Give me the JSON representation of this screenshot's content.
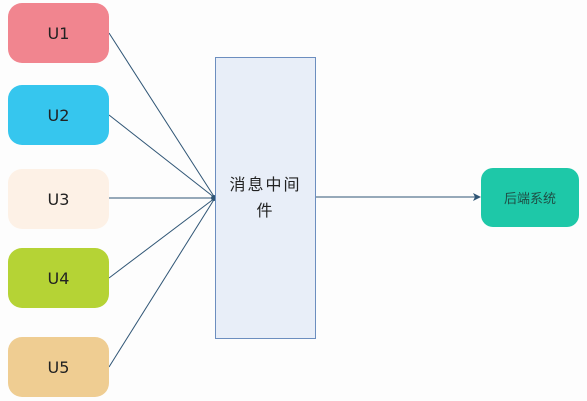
{
  "diagram": {
    "users": [
      {
        "label": "U1",
        "color": "#f1858f"
      },
      {
        "label": "U2",
        "color": "#36c6ee"
      },
      {
        "label": "U3",
        "color": "#fdf1e6"
      },
      {
        "label": "U4",
        "color": "#b5d335"
      },
      {
        "label": "U5",
        "color": "#efcd92"
      }
    ],
    "middleware": {
      "label": "消息中间件",
      "fill": "#e8eef8",
      "stroke": "#6c8ebf"
    },
    "backend": {
      "label": "后端系统",
      "color": "#1ec8a8"
    },
    "edge_color": "#2f5575"
  }
}
